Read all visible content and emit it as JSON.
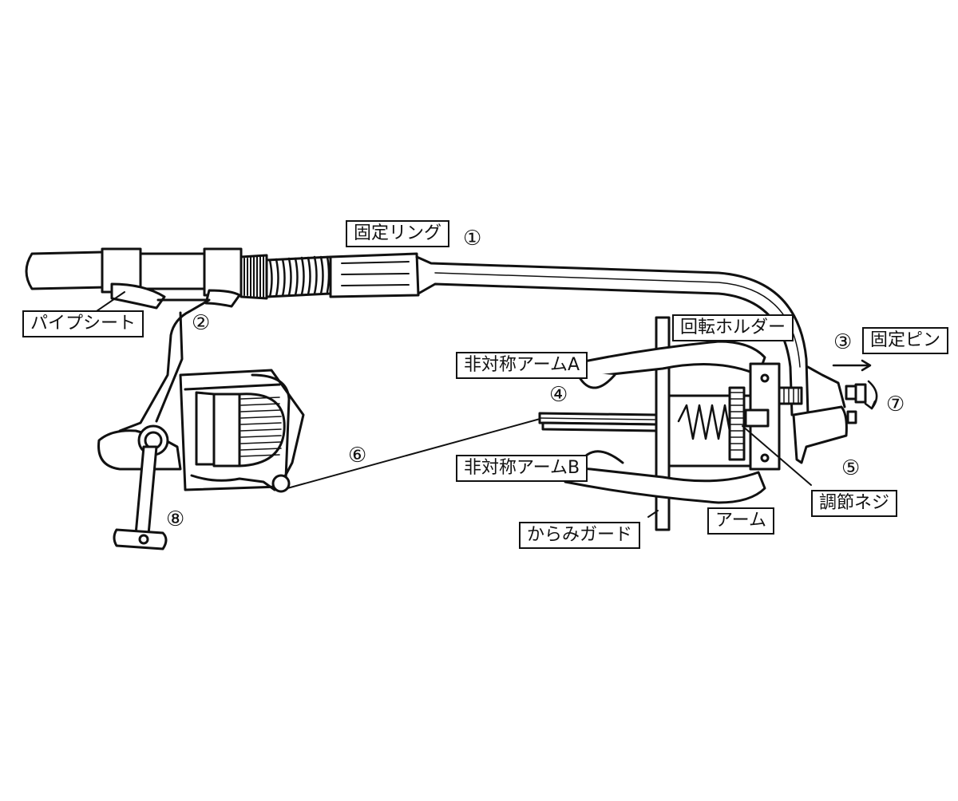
{
  "labels": {
    "fixing_ring": "固定リング",
    "pipe_seat": "パイプシート",
    "rotating_holder": "回転ホルダー",
    "fixing_pin": "固定ピン",
    "asym_arm_a": "非対称アームA",
    "asym_arm_b": "非対称アームB",
    "adjust_screw": "調節ネジ",
    "arm": "アーム",
    "tangle_guard": "からみガード"
  },
  "numbers": {
    "n1": "①",
    "n2": "②",
    "n3": "③",
    "n4": "④",
    "n5": "⑤",
    "n6": "⑥",
    "n7": "⑦",
    "n8": "⑧"
  }
}
